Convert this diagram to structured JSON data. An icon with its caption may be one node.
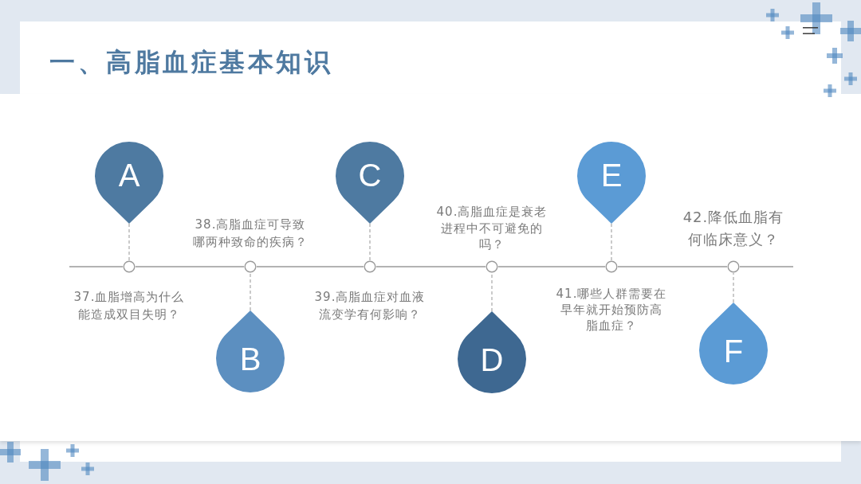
{
  "diagram": {
    "title": "一、高脂血症基本知识",
    "nodes": [
      {
        "text": [
          "A"
        ]
      },
      {
        "text": [],
        "shape": "circle",
        "beside": [
          "37.血脂增高为什么能造成双目失明？"
        ]
      },
      {
        "text": [
          "B"
        ]
      },
      {
        "text": [],
        "shape": "circle",
        "beside": [
          "38.高脂血症可导致哪两种致命的疾病？"
        ]
      },
      {
        "text": [
          "C"
        ]
      },
      {
        "text": [],
        "shape": "circle",
        "beside": [
          "39.高脂血症对血液流变学有何影响？"
        ]
      },
      {
        "text": [
          "D"
        ]
      },
      {
        "text": [],
        "shape": "circle",
        "beside": [
          "40.高脂血症是衰老进程中不可避免的吗？"
        ]
      },
      {
        "text": [
          "E"
        ]
      },
      {
        "text": [],
        "shape": "circle",
        "beside": [
          "41.哪些人群需要在早年就开始预防高脂血症？"
        ]
      },
      {
        "text": [
          "F"
        ]
      },
      {
        "text": [],
        "shape": "circle",
        "beside": [
          "42.降低血脂有何临床意义？"
        ]
      }
    ],
    "edges": [
      {
        "from": 0,
        "to": 1,
        "arrow": "none",
        "style": "dashed"
      },
      {
        "from": 2,
        "to": 3,
        "arrow": "none",
        "style": "dashed"
      },
      {
        "from": 4,
        "to": 5,
        "arrow": "none",
        "style": "dashed"
      },
      {
        "from": 6,
        "to": 7,
        "arrow": "none",
        "style": "dashed"
      },
      {
        "from": 8,
        "to": 9,
        "arrow": "none",
        "style": "dashed"
      },
      {
        "from": 10,
        "to": 11,
        "arrow": "none",
        "style": "dashed"
      },
      {
        "from": null,
        "to": 1,
        "arrow": "none"
      },
      {
        "from": 1,
        "to": 3,
        "arrow": "none"
      },
      {
        "from": 3,
        "to": 5,
        "arrow": "none"
      },
      {
        "from": 5,
        "to": 7,
        "arrow": "none"
      },
      {
        "from": 7,
        "to": 9,
        "arrow": "none"
      },
      {
        "from": 9,
        "to": 11,
        "arrow": "none"
      },
      {
        "from": 11,
        "to": null,
        "arrow": "none"
      }
    ]
  }
}
